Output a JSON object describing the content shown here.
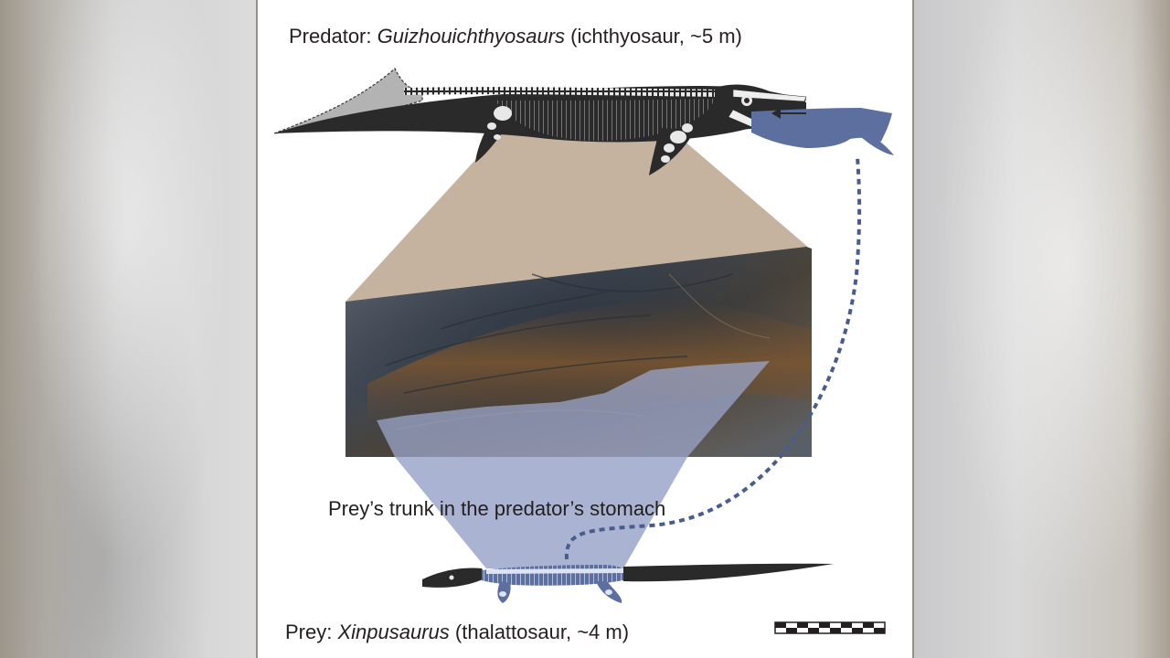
{
  "predator": {
    "label_prefix": "Predator: ",
    "genus": "Guizhouichthyosaurs",
    "detail": " (ichthyosaur, ~5 m)"
  },
  "caption": "Prey’s trunk in the predator’s stomach",
  "prey": {
    "label_prefix": "Prey: ",
    "genus": "Xinpusaurus",
    "detail": " (thalattosaur, ~4 m)"
  },
  "colors": {
    "skeleton_dark": "#2a2a2a",
    "prey_blue": "#5d6f9e",
    "zoom_tan": "#c5b3a0",
    "zoom_blue": "#9ba6c9",
    "dotted_path": "#4a5c8c"
  }
}
